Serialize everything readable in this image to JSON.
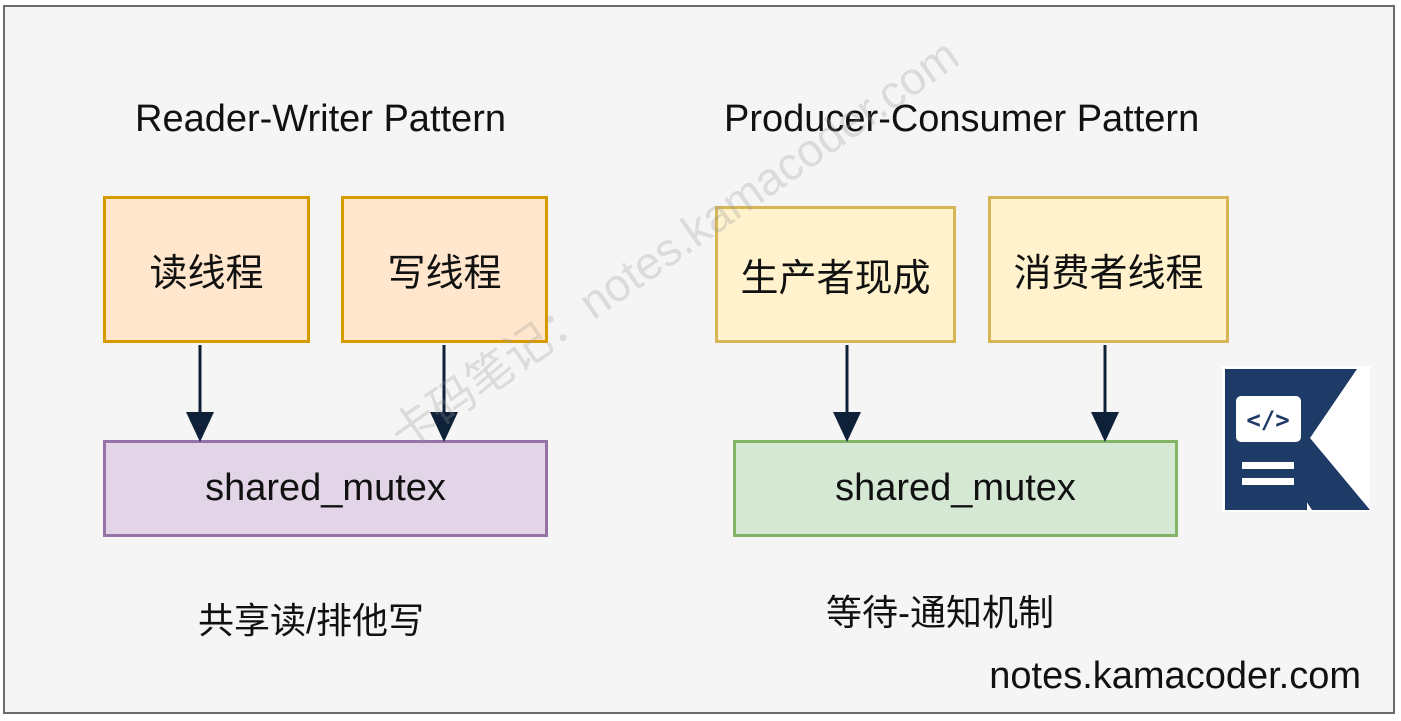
{
  "left": {
    "title": "Reader-Writer Pattern",
    "box1": "读线程",
    "box2": "写线程",
    "mutex": "shared_mutex",
    "caption": "共享读/排他写"
  },
  "right": {
    "title": "Producer-Consumer Pattern",
    "box1": "生产者现成",
    "box2": "消费者线程",
    "mutex": "shared_mutex",
    "caption": "等待-通知机制"
  },
  "watermark": "卡码笔记：notes.kamacoder.com",
  "footer": "notes.kamacoder.com",
  "colors": {
    "orange_fill": "#ffe6cc",
    "orange_border": "#d79b00",
    "yellow_fill": "#fff2cc",
    "yellow_border": "#d6b656",
    "purple_fill": "#e1d5e7",
    "purple_border": "#9673a6",
    "green_fill": "#d5e8d4",
    "green_border": "#82b366",
    "arrow": "#0e2138",
    "logo": "#1e3a66"
  },
  "icons": {
    "logo": "kamacoder-logo-icon"
  }
}
